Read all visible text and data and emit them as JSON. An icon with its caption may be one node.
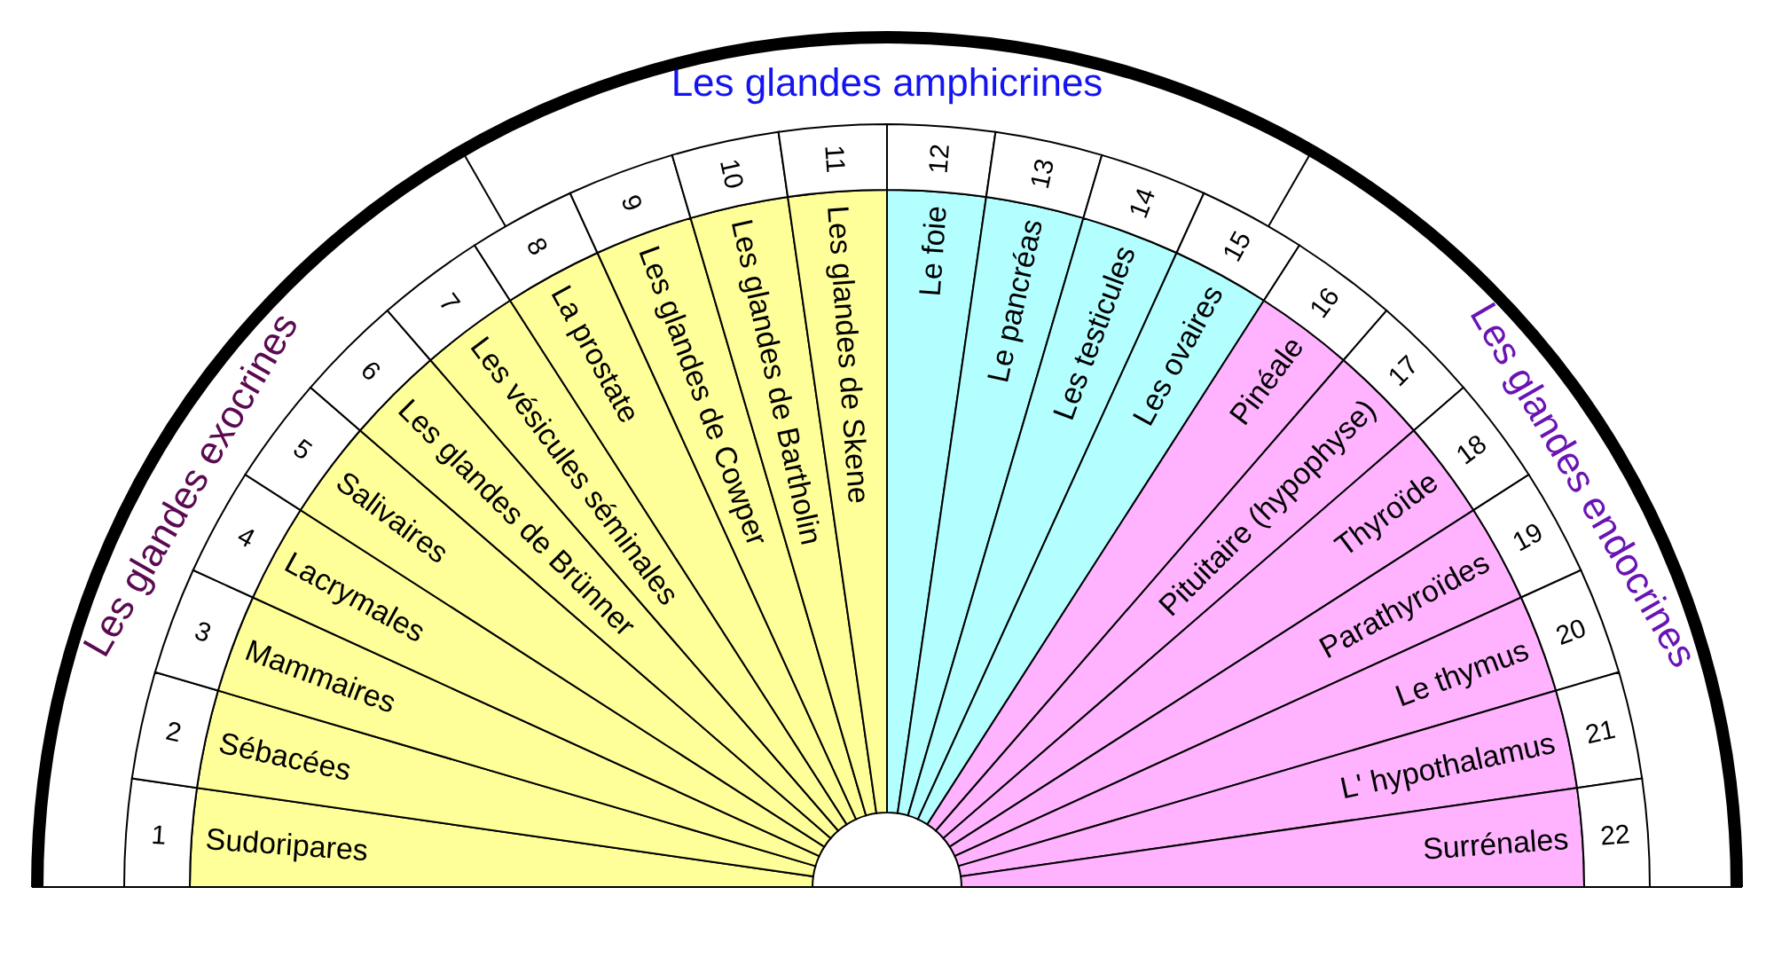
{
  "diagram": {
    "nodes": [
      {
        "text": [
          "Les glandes exocrines"
        ]
      },
      {
        "text": [
          "Les glandes amphicrines"
        ]
      },
      {
        "text": [
          "Les glandes endocrines"
        ]
      },
      {
        "text": [
          "1",
          "Sudoripares"
        ]
      },
      {
        "text": [
          "2",
          "Sébacées"
        ]
      },
      {
        "text": [
          "3",
          "Mammaires"
        ]
      },
      {
        "text": [
          "4",
          "Lacrymales"
        ]
      },
      {
        "text": [
          "5",
          "Salivaires"
        ]
      },
      {
        "text": [
          "6",
          "Les glandes de Brünner"
        ]
      },
      {
        "text": [
          "7",
          "Les vésicules séminales"
        ]
      },
      {
        "text": [
          "8",
          "La prostate"
        ]
      },
      {
        "text": [
          "9",
          "Les glandes de Cowper"
        ]
      },
      {
        "text": [
          "10",
          "Les glandes de Bartholin"
        ]
      },
      {
        "text": [
          "11",
          "Les glandes de Skene"
        ]
      },
      {
        "text": [
          "12",
          "Le foie"
        ]
      },
      {
        "text": [
          "13",
          "Le pancréas"
        ]
      },
      {
        "text": [
          "14",
          "Les testicules"
        ]
      },
      {
        "text": [
          "15",
          "Les ovaires"
        ]
      },
      {
        "text": [
          "16",
          "Pinéale"
        ]
      },
      {
        "text": [
          "17",
          "Pituitaire (hypophyse)"
        ]
      },
      {
        "text": [
          "18",
          "Thyroïde"
        ]
      },
      {
        "text": [
          "19",
          "Parathyroïdes"
        ]
      },
      {
        "text": [
          "20",
          "Le thymus"
        ]
      },
      {
        "text": [
          "21",
          "L' hypothalamus"
        ]
      },
      {
        "text": [
          "22",
          "Surrénales"
        ]
      }
    ]
  }
}
